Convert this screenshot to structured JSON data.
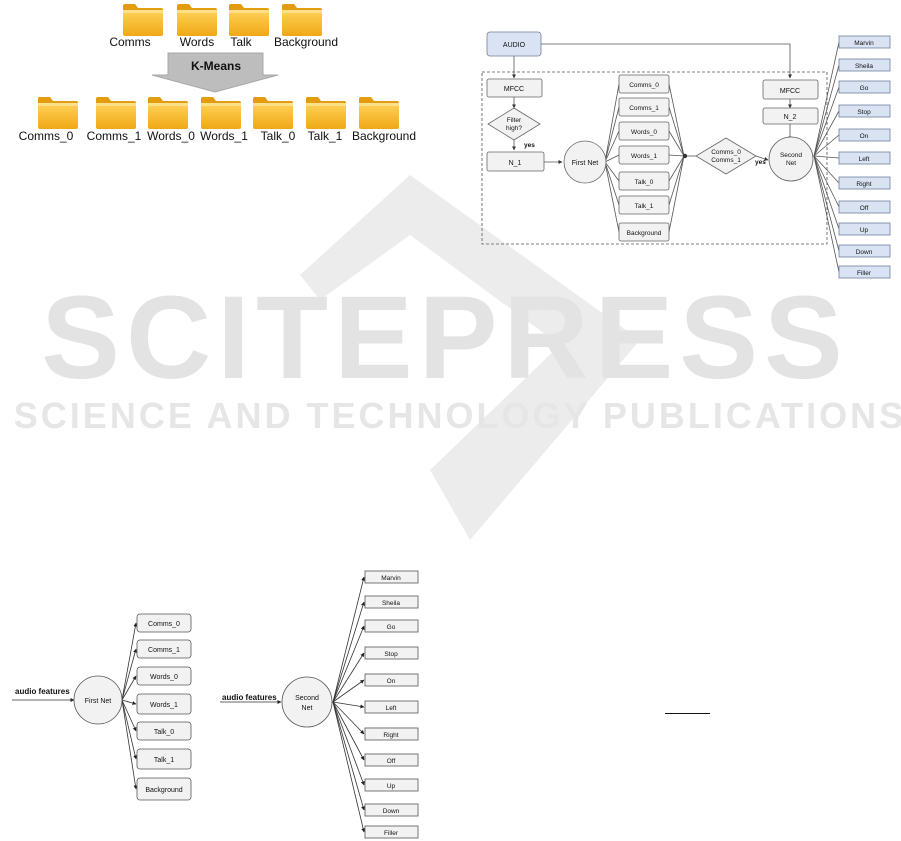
{
  "watermark": {
    "title": "SCITEPRESS",
    "subtitle": "SCIENCE AND TECHNOLOGY PUBLICATIONS"
  },
  "kmeans": {
    "input_folders": [
      "Comms",
      "Words",
      "Talk",
      "Background"
    ],
    "arrow_label": "K-Means",
    "output_folders": [
      "Comms_0",
      "Comms_1",
      "Words_0",
      "Words_1",
      "Talk_0",
      "Talk_1",
      "Background"
    ]
  },
  "pipeline": {
    "audio": "AUDIO",
    "mfcc_left": "MFCC",
    "filter_line1": "Filter",
    "filter_line2": "high?",
    "yes_filter": "yes",
    "n1": "N_1",
    "first_net": "First Net",
    "first_outputs": [
      "Comms_0",
      "Comms_1",
      "Words_0",
      "Words_1",
      "Talk_0",
      "Talk_1",
      "Background"
    ],
    "decision_line1": "Comms_0",
    "decision_line2": "Comms_1",
    "yes_decision": "yes",
    "mfcc_right": "MFCC",
    "n2": "N_2",
    "second_net_line1": "Second",
    "second_net_line2": "Net",
    "second_outputs": [
      "Marvin",
      "Sheila",
      "Go",
      "Stop",
      "On",
      "Left",
      "Right",
      "Off",
      "Up",
      "Down",
      "Filler"
    ]
  },
  "first_net_diagram": {
    "input_label": "audio features",
    "node": "First Net",
    "outputs": [
      "Comms_0",
      "Comms_1",
      "Words_0",
      "Words_1",
      "Talk_0",
      "Talk_1",
      "Background"
    ]
  },
  "second_net_diagram": {
    "input_label": "audio features",
    "node_line1": "Second",
    "node_line2": "Net",
    "outputs": [
      "Marvin",
      "Sheila",
      "Go",
      "Stop",
      "On",
      "Left",
      "Right",
      "Off",
      "Up",
      "Down",
      "Filler"
    ]
  }
}
